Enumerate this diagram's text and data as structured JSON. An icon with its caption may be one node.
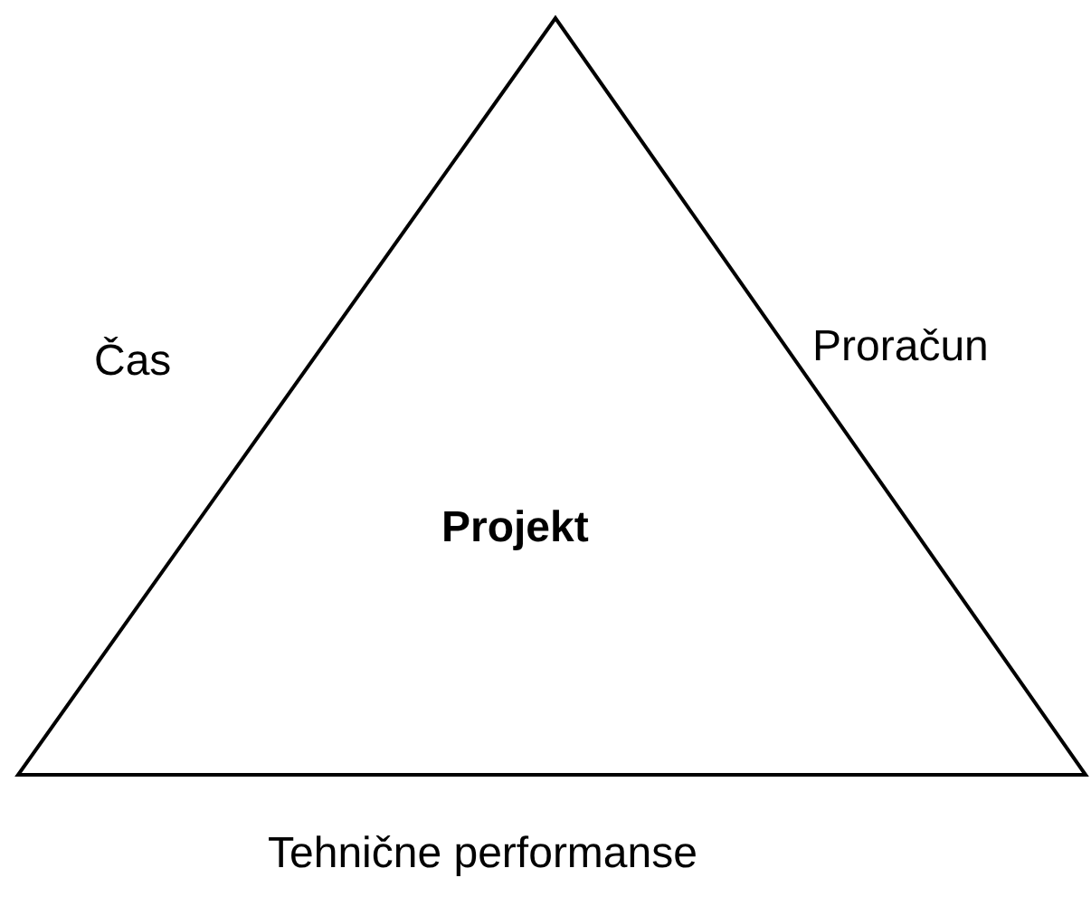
{
  "diagram": {
    "nodes": [
      {
        "text": [
          "Projekt"
        ]
      }
    ],
    "labels": [
      "Čas",
      "Proračun",
      "Tehnične performanse"
    ]
  }
}
